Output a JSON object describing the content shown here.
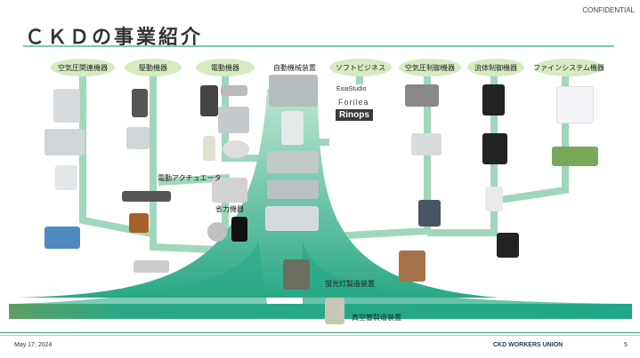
{
  "header": {
    "confidential": "CONFIDENTIAL",
    "title": "ＣＫＤの事業紹介"
  },
  "categories": [
    {
      "label": "空気圧関連機器"
    },
    {
      "label": "駆動機器"
    },
    {
      "label": "電動機器"
    },
    {
      "label": "自動機械装置"
    },
    {
      "label": "ソフトビジネス"
    },
    {
      "label": "空気圧制御機器"
    },
    {
      "label": "流体制御機器"
    },
    {
      "label": "ファインシステム機器"
    }
  ],
  "software_products": [
    "ExiaStudio",
    "Forilea",
    "Rinops"
  ],
  "sub_labels": {
    "electric_actuator": "電動アクチュエータ",
    "labor_saving": "省力機器",
    "fluorescent": "蛍光灯製造装置",
    "vacuum_tube": "真空管製造装置"
  },
  "colors": {
    "branch": "#9fd7bc",
    "trunk": "#2aa886",
    "category_bubble": "#d6ebc2"
  },
  "footer": {
    "date": "May 17, 2024",
    "organization": "CKD WORKERS UNION",
    "page": "5"
  }
}
